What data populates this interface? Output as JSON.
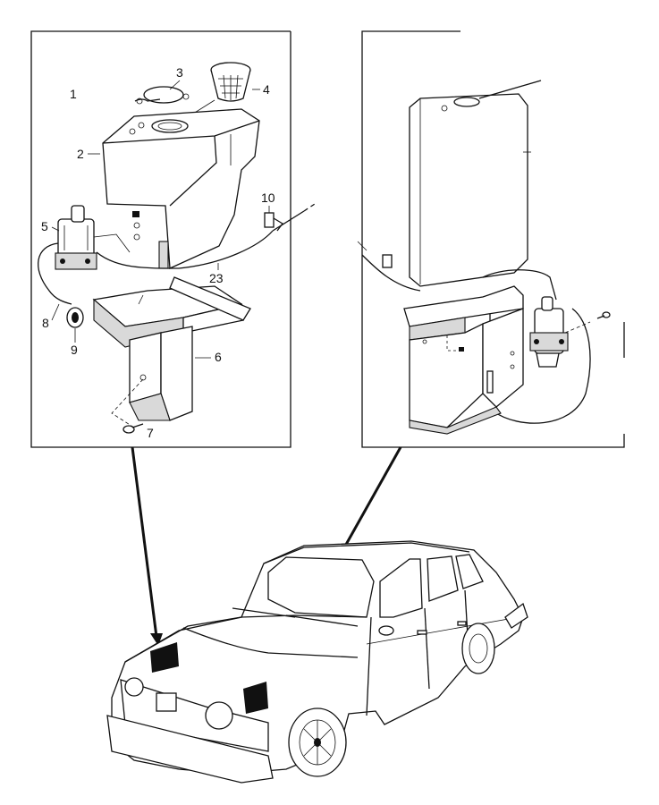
{
  "callouts": {
    "c1": "1",
    "c2": "2",
    "c3": "3",
    "c4": "4",
    "c5": "5",
    "c6": "6",
    "c7": "7",
    "c8": "8",
    "c9": "9",
    "c10": "10",
    "c23": "23"
  }
}
